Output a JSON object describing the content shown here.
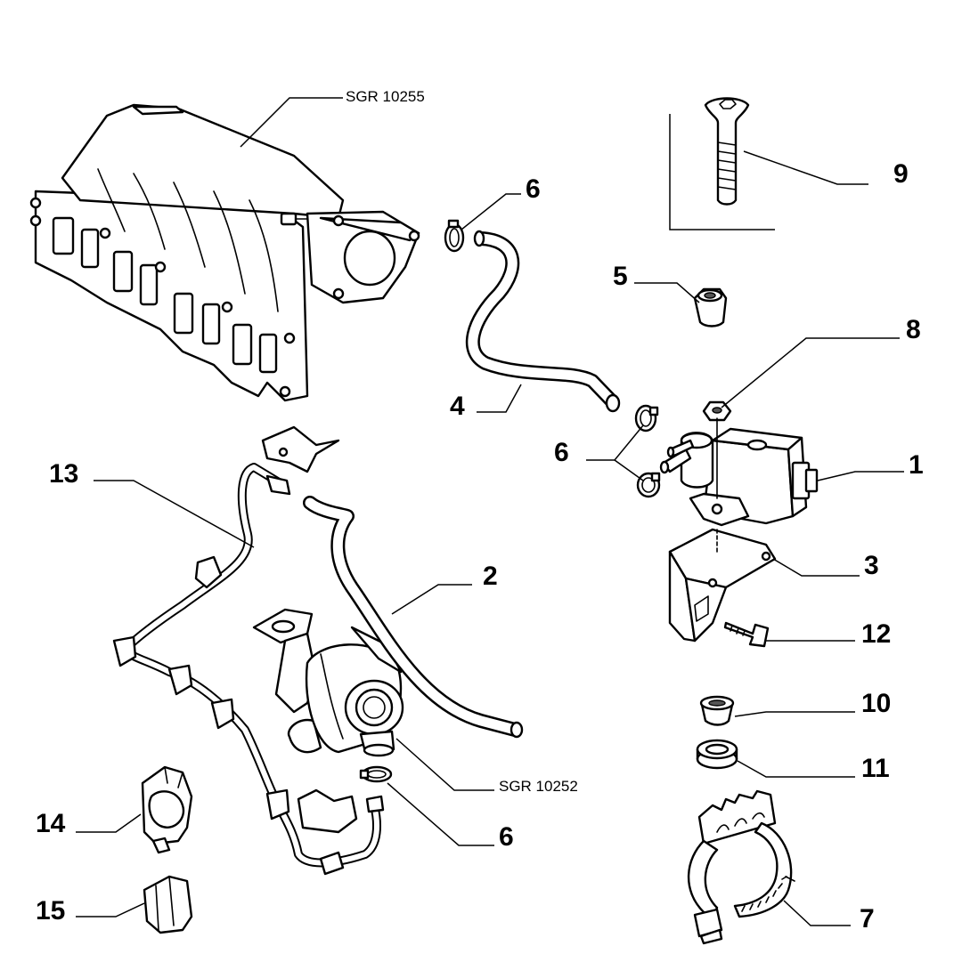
{
  "labels": {
    "ref_manifold": "SGR 10255",
    "ref_turbo": "SGR 10252",
    "n1": "1",
    "n2": "2",
    "n3": "3",
    "n4": "4",
    "n5": "5",
    "n6a": "6",
    "n6b": "6",
    "n6c": "6",
    "n7": "7",
    "n8": "8",
    "n9": "9",
    "n10": "10",
    "n11": "11",
    "n12": "12",
    "n13": "13",
    "n14": "14",
    "n15": "15"
  }
}
